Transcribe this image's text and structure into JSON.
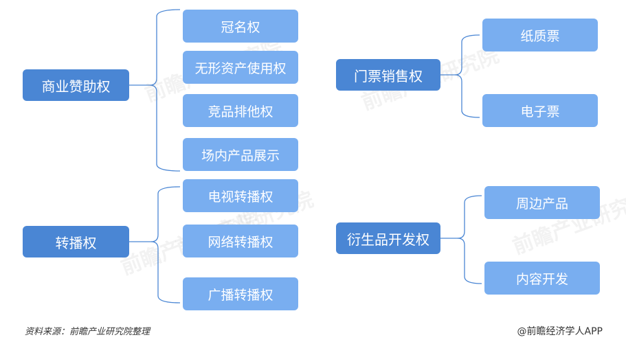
{
  "diagram": {
    "groups": [
      {
        "root": "商业赞助权",
        "children": [
          "冠名权",
          "无形资产使用权",
          "竞品排他权",
          "场内产品展示"
        ]
      },
      {
        "root": "转播权",
        "children": [
          "电视转播权",
          "网络转播权",
          "广播转播权"
        ]
      },
      {
        "root": "门票销售权",
        "children": [
          "纸质票",
          "电子票"
        ]
      },
      {
        "root": "衍生品开发权",
        "children": [
          "周边产品",
          "内容开发"
        ]
      }
    ]
  },
  "watermark": "前瞻产业研究院",
  "footer": {
    "source": "资料来源：前瞻产业研究院整理",
    "credit": "@前瞻经济学人APP"
  },
  "colors": {
    "root_fill": "#4a86d4",
    "leaf_fill": "#79aef0",
    "connector": "#4a86d4"
  }
}
